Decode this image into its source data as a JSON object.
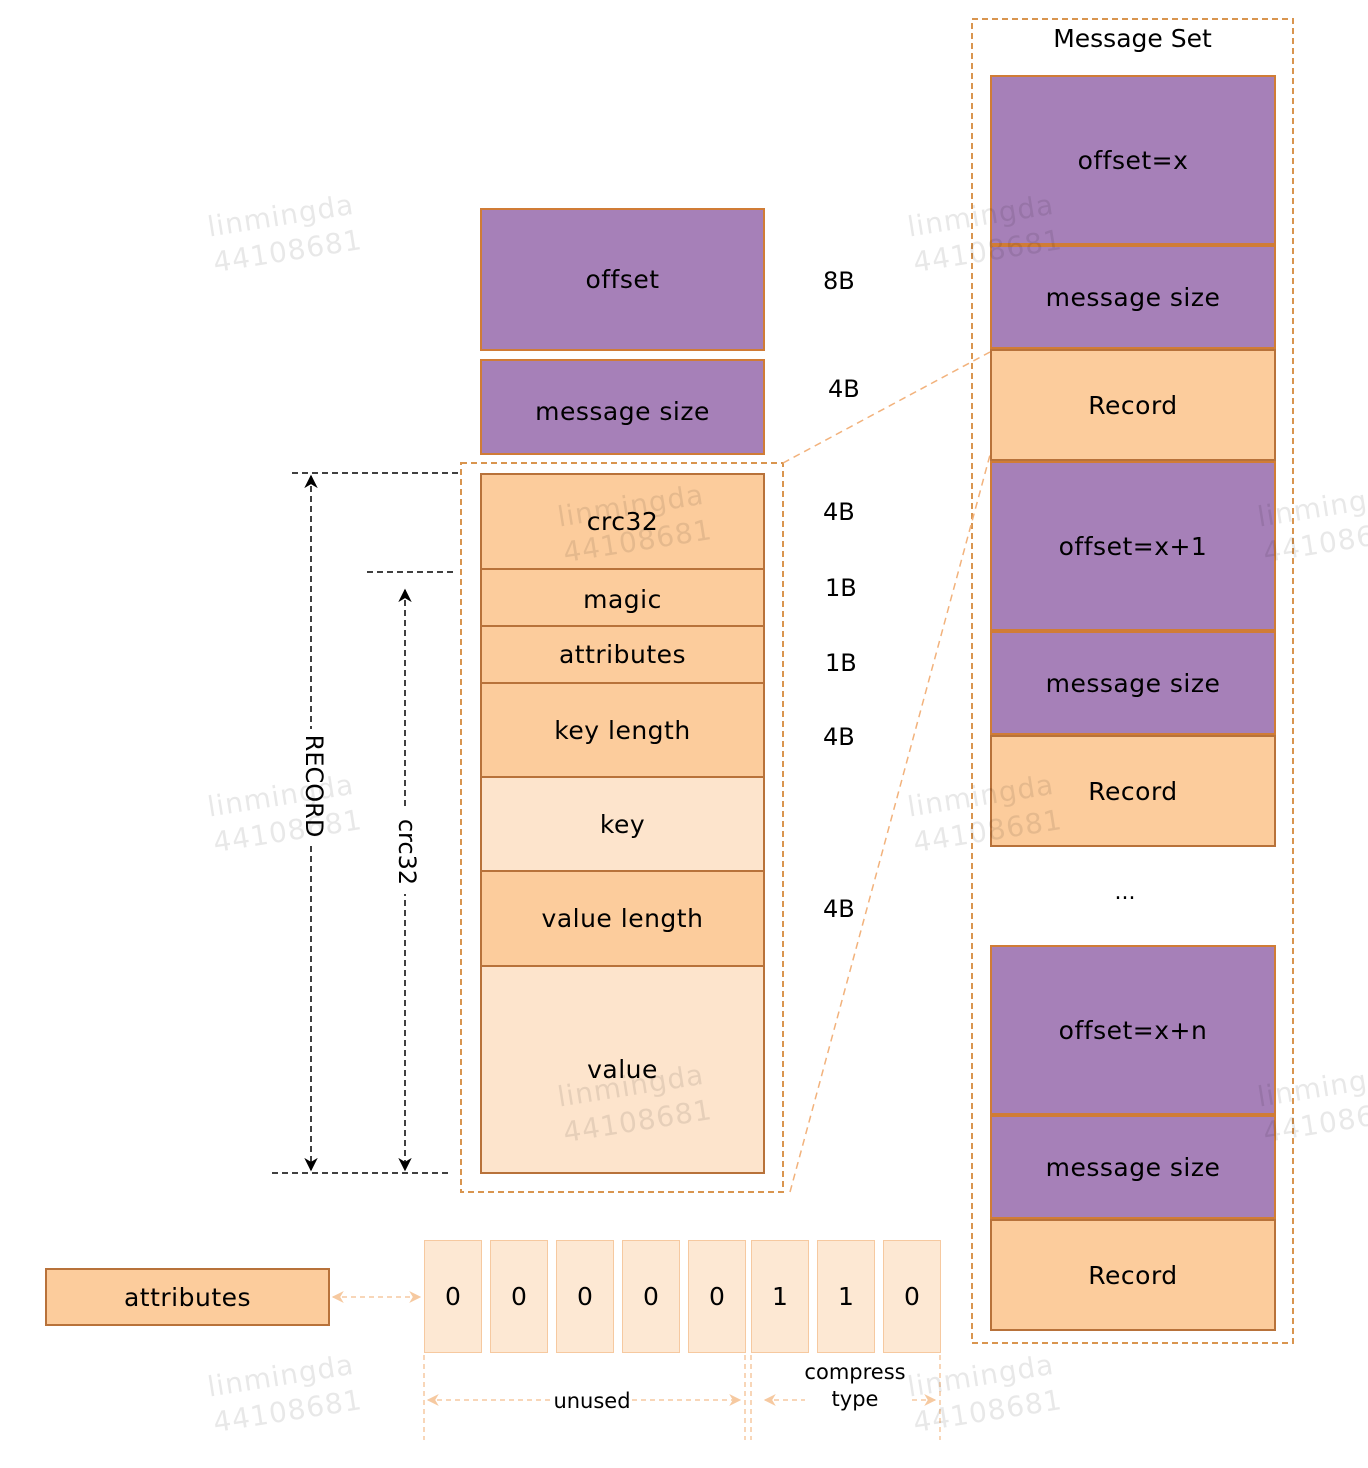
{
  "left_stack": {
    "offset": {
      "label": "offset",
      "size": "8B"
    },
    "message_size": {
      "label": "message size",
      "size": "4B"
    },
    "crc32": {
      "label": "crc32",
      "size": "4B"
    },
    "magic": {
      "label": "magic",
      "size": "1B"
    },
    "attributes": {
      "label": "attributes",
      "size": "1B"
    },
    "key_length": {
      "label": "key length",
      "size": "4B"
    },
    "key": {
      "label": "key"
    },
    "value_length": {
      "label": "value length",
      "size": "4B"
    },
    "value": {
      "label": "value"
    }
  },
  "dimensions": {
    "record": "RECORD",
    "crc32": "crc32"
  },
  "message_set": {
    "title": "Message Set",
    "groups": [
      {
        "offset": "offset=x",
        "message_size": "message size",
        "record": "Record"
      },
      {
        "offset": "offset=x+1",
        "message_size": "message size",
        "record": "Record"
      },
      {
        "offset": "offset=x+n",
        "message_size": "message size",
        "record": "Record"
      }
    ],
    "ellipsis": "..."
  },
  "attributes_bits": {
    "label": "attributes",
    "bits": [
      "0",
      "0",
      "0",
      "0",
      "0",
      "1",
      "1",
      "0"
    ],
    "unused_label": "unused",
    "compress_label_line1": "compress",
    "compress_label_line2": "type"
  },
  "watermark": {
    "line1": "linmingda",
    "line2": "44108681"
  },
  "colors": {
    "purple": "#a680b8",
    "orange": "#fccc9c",
    "light_orange": "#fde4cc",
    "dashed_orange": "#d9954f"
  }
}
